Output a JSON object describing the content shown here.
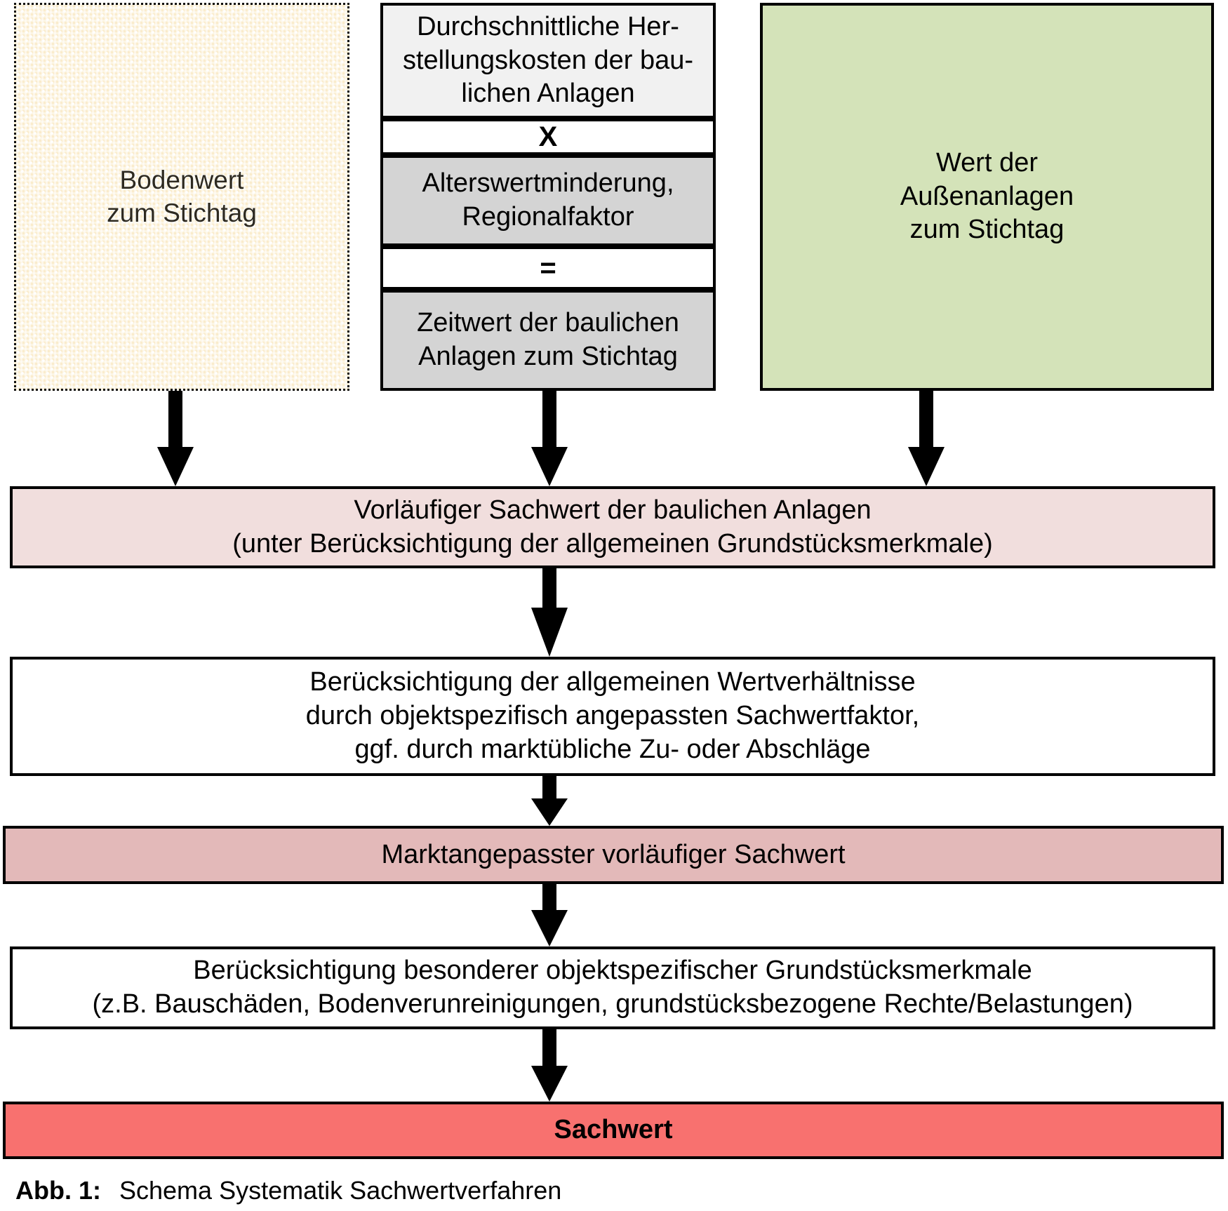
{
  "figure": {
    "caption_label": "Abb. 1:",
    "caption_text": "Schema Systematik Sachwertverfahren"
  },
  "colors": {
    "bodenwert_fill": "#faeccc",
    "herstellungskosten_fill": "#f1f1f1",
    "operator_fill": "#ffffff",
    "alterswert_fill": "#d4d4d4",
    "zeitwert_fill": "#d4d4d4",
    "aussenanlagen_fill": "#d4e3b9",
    "vorlaeufiger_sachwert_fill": "#f1dedd",
    "wertverhaeltnisse_fill": "#ffffff",
    "marktangepasster_fill": "#e3b9b9",
    "objektspezifische_fill": "#ffffff",
    "sachwert_fill": "#f8716f",
    "border": "#000000"
  },
  "top_row": {
    "bodenwert": {
      "line1": "Bodenwert",
      "line2": "zum Stichtag"
    },
    "formula": {
      "herstellungskosten": {
        "line1": "Durchschnittliche Her-",
        "line2": "stellungskosten der bau-",
        "line3": "lichen Anlagen"
      },
      "operator_times": "X",
      "alterswertminderung": {
        "line1": "Alterswertminderung,",
        "line2": "Regionalfaktor"
      },
      "operator_equals": "=",
      "zeitwert": {
        "line1": "Zeitwert der baulichen",
        "line2": "Anlagen zum Stichtag"
      }
    },
    "aussenanlagen": {
      "line1": "Wert der",
      "line2": "Außenanlagen",
      "line3": "zum Stichtag"
    }
  },
  "stack": {
    "vorlaeufiger_sachwert": {
      "line1": "Vorläufiger Sachwert der baulichen Anlagen",
      "line2": "(unter Berücksichtigung der allgemeinen Grundstücksmerkmale)"
    },
    "wertverhaeltnisse": {
      "line1": "Berücksichtigung der allgemeinen Wertverhältnisse",
      "line2": "durch objektspezifisch angepassten Sachwertfaktor,",
      "line3": "ggf. durch marktübliche Zu- oder Abschläge"
    },
    "marktangepasster_sachwert": {
      "line1": "Marktangepasster vorläufiger Sachwert"
    },
    "objektspezifische_merkmale": {
      "line1": "Berücksichtigung besonderer objektspezifischer Grundstücksmerkmale",
      "line2": "(z.B. Bauschäden, Bodenverunreinigungen, grundstücksbezogene Rechte/Belastungen)"
    },
    "sachwert": {
      "line1": "Sachwert"
    }
  },
  "chart_data": {
    "type": "diagram",
    "title": "Schema Systematik Sachwertverfahren",
    "nodes": [
      {
        "id": "bodenwert",
        "label": "Bodenwert zum Stichtag",
        "fill": "#faeccc",
        "column": "left",
        "row": 1
      },
      {
        "id": "herstellungskosten",
        "label": "Durchschnittliche Herstellungskosten der baulichen Anlagen",
        "fill": "#f1f1f1",
        "column": "center",
        "row": 1
      },
      {
        "id": "operator-times",
        "label": "X",
        "fill": "#ffffff",
        "column": "center",
        "row": 1
      },
      {
        "id": "alterswertminderung",
        "label": "Alterswertminderung, Regionalfaktor",
        "fill": "#d4d4d4",
        "column": "center",
        "row": 1
      },
      {
        "id": "operator-equals",
        "label": "=",
        "fill": "#ffffff",
        "column": "center",
        "row": 1
      },
      {
        "id": "zeitwert",
        "label": "Zeitwert der baulichen Anlagen zum Stichtag",
        "fill": "#d4d4d4",
        "column": "center",
        "row": 1
      },
      {
        "id": "aussenanlagen",
        "label": "Wert der Außenanlagen zum Stichtag",
        "fill": "#d4e3b9",
        "column": "right",
        "row": 1
      },
      {
        "id": "vorlaeufiger-sachwert",
        "label": "Vorläufiger Sachwert der baulichen Anlagen (unter Berücksichtigung der allgemeinen Grundstücksmerkmale)",
        "fill": "#f1dedd",
        "column": "full",
        "row": 2
      },
      {
        "id": "wertverhaeltnisse",
        "label": "Berücksichtigung der allgemeinen Wertverhältnisse durch objektspezifisch angepassten Sachwertfaktor, ggf. durch marktübliche Zu- oder Abschläge",
        "fill": "#ffffff",
        "column": "full",
        "row": 3
      },
      {
        "id": "marktangepasster-sachwert",
        "label": "Marktangepasster vorläufiger Sachwert",
        "fill": "#e3b9b9",
        "column": "full",
        "row": 4
      },
      {
        "id": "objektspezifische-merkmale",
        "label": "Berücksichtigung besonderer objektspezifischer Grundstücksmerkmale (z.B. Bauschäden, Bodenverunreinigungen, grundstücksbezogene Rechte/Belastungen)",
        "fill": "#ffffff",
        "column": "full",
        "row": 5
      },
      {
        "id": "sachwert",
        "label": "Sachwert",
        "fill": "#f8716f",
        "column": "full",
        "row": 6
      }
    ],
    "edges": [
      {
        "from": "bodenwert",
        "to": "vorlaeufiger-sachwert",
        "type": "arrow-down"
      },
      {
        "from": "zeitwert",
        "to": "vorlaeufiger-sachwert",
        "type": "arrow-down"
      },
      {
        "from": "aussenanlagen",
        "to": "vorlaeufiger-sachwert",
        "type": "arrow-down"
      },
      {
        "from": "vorlaeufiger-sachwert",
        "to": "wertverhaeltnisse",
        "type": "arrow-down"
      },
      {
        "from": "wertverhaeltnisse",
        "to": "marktangepasster-sachwert",
        "type": "arrow-down"
      },
      {
        "from": "marktangepasster-sachwert",
        "to": "objektspezifische-merkmale",
        "type": "arrow-down"
      },
      {
        "from": "objektspezifische-merkmale",
        "to": "sachwert",
        "type": "arrow-down"
      }
    ]
  }
}
